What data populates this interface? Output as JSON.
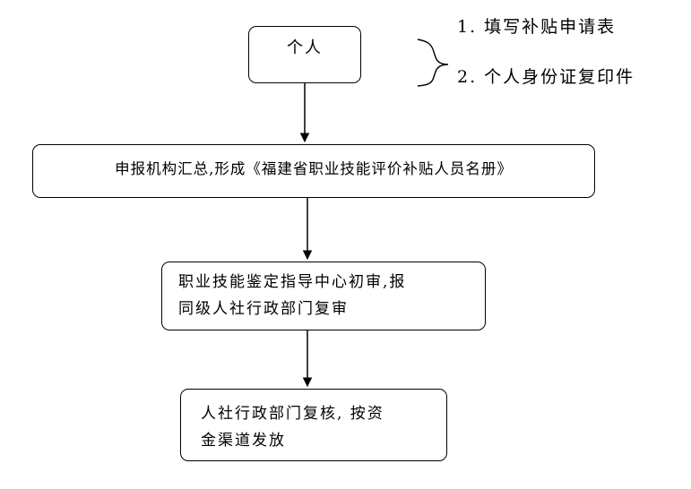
{
  "nodes": {
    "individual": {
      "label": "个人"
    },
    "summary": {
      "label": "申报机构汇总,形成《福建省职业技能评价补贴人员名册》"
    },
    "review": {
      "lines": [
        "职业技能鉴定指导中心初审,报",
        "同级人社行政部门复审"
      ]
    },
    "verify": {
      "lines": [
        "人社行政部门复核, 按资",
        "金渠道发放"
      ]
    }
  },
  "materials": {
    "items": [
      "1. 填写补贴申请表",
      "2. 个人身份证复印件"
    ]
  }
}
